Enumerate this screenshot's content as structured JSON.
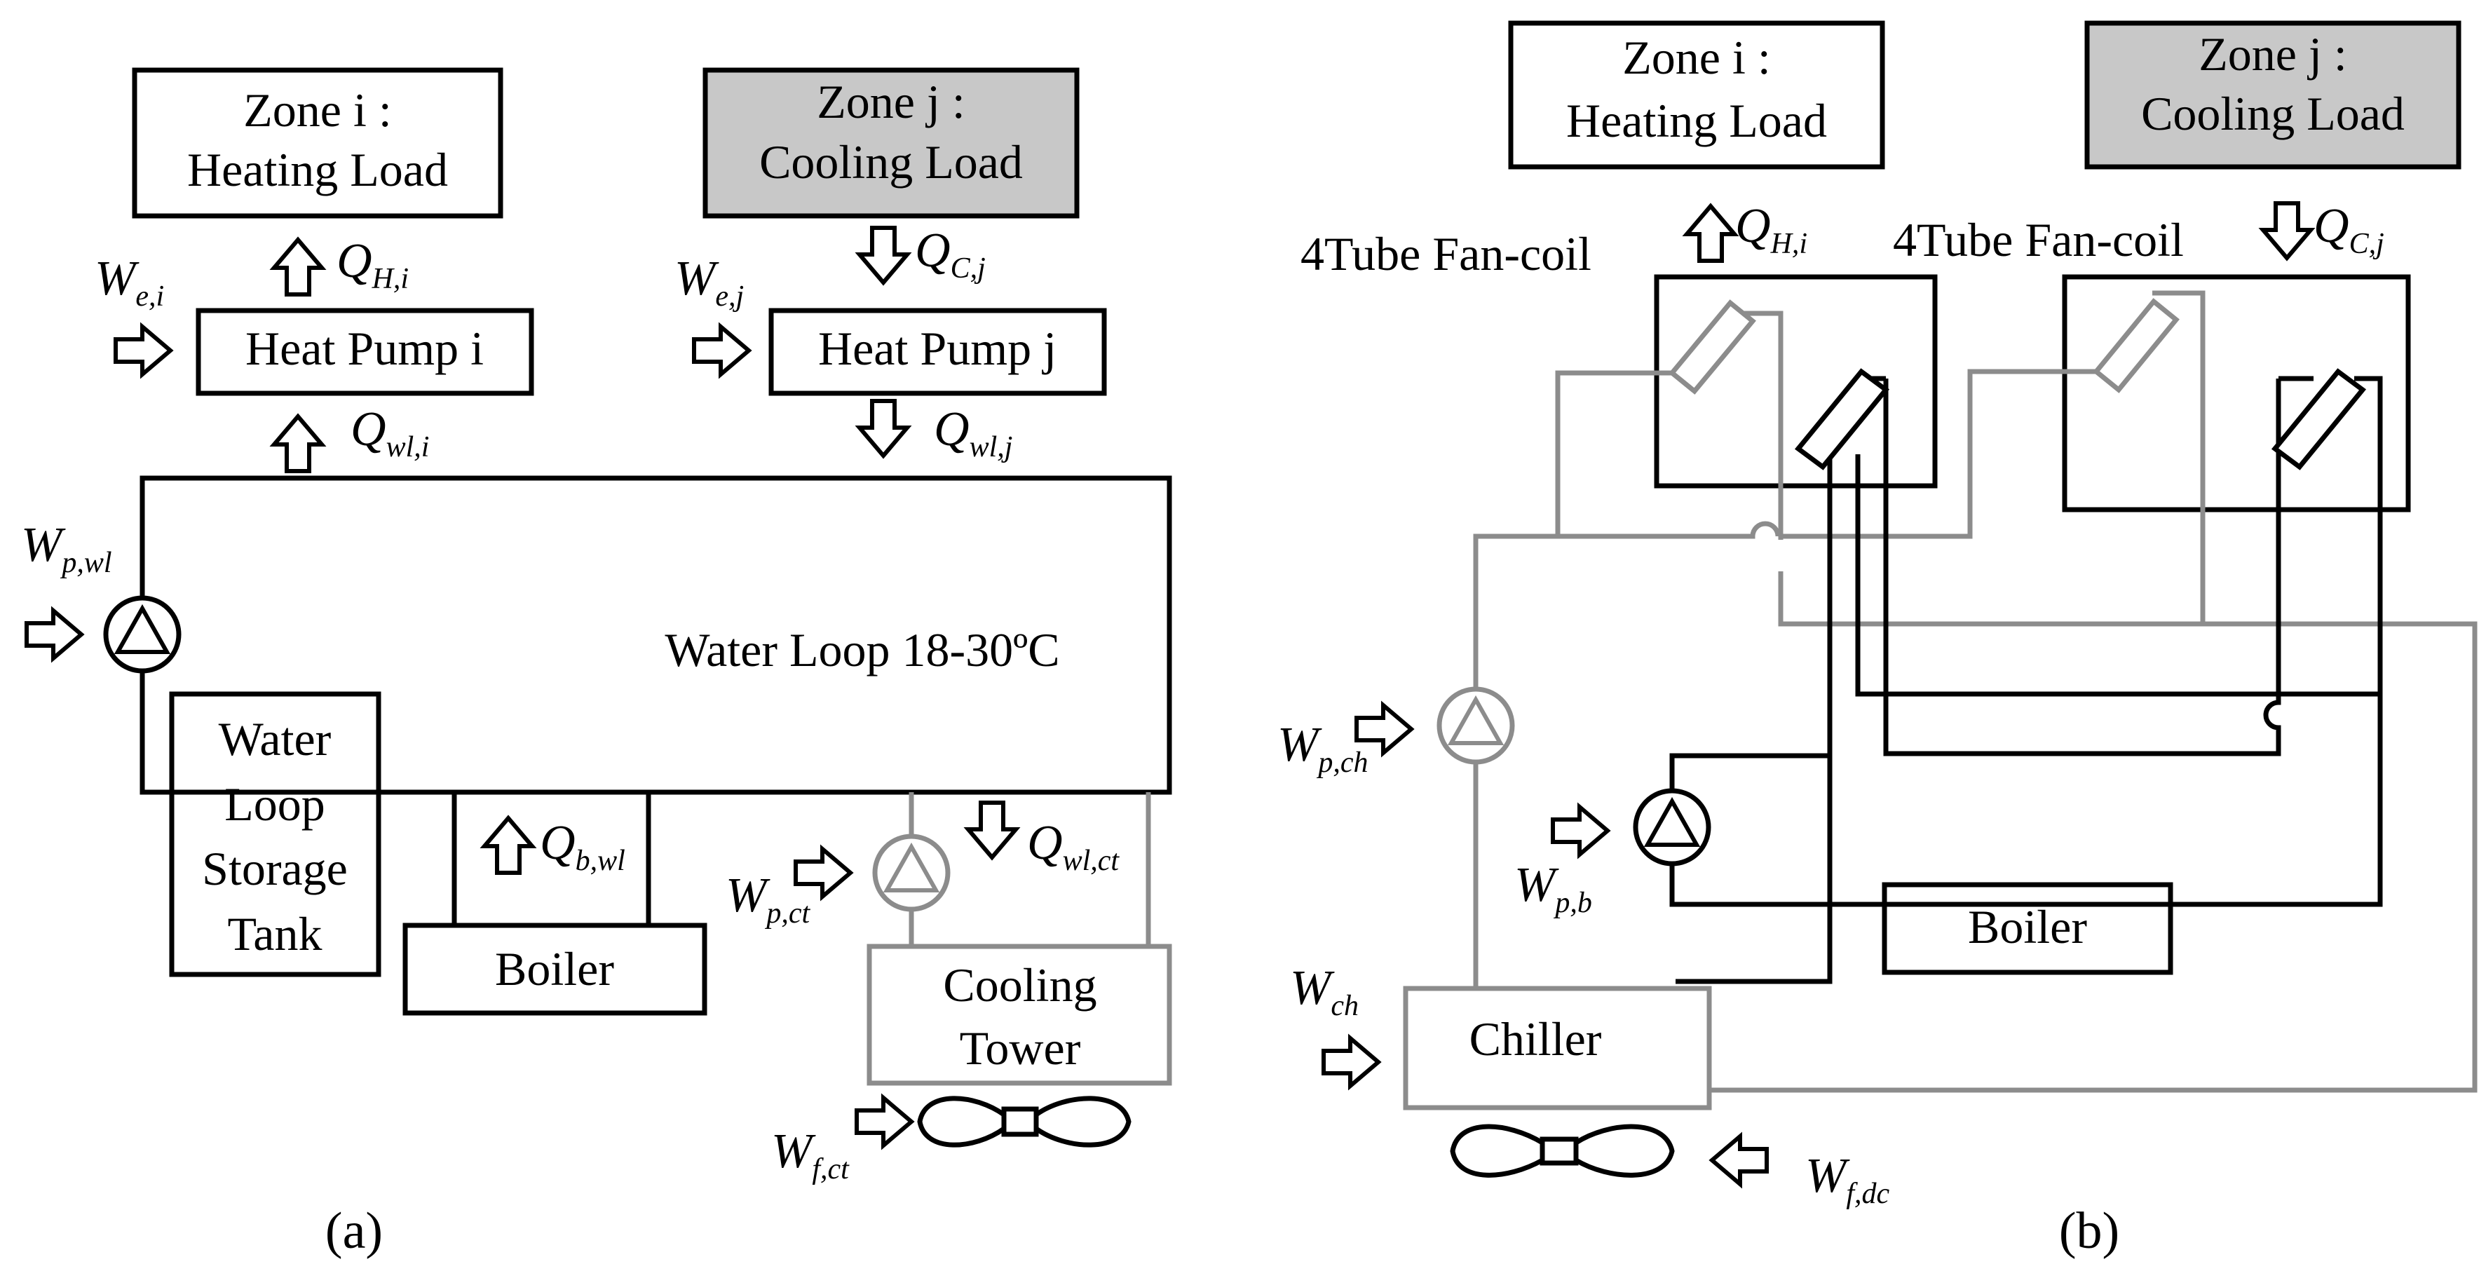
{
  "panel_a": {
    "caption": "(a)",
    "zone_i": {
      "title": "Zone i :",
      "load": "Heating Load"
    },
    "zone_j": {
      "title": "Zone j :",
      "load": "Cooling Load"
    },
    "heat_pump_i": "Heat Pump i",
    "heat_pump_j": "Heat Pump j",
    "water_loop": "Water Loop 18-30ºC",
    "storage_tank": [
      "Water",
      "Loop",
      "Storage",
      "Tank"
    ],
    "boiler": "Boiler",
    "cooling_tower": [
      "Cooling",
      "Tower"
    ],
    "labels": {
      "we_i": {
        "main": "W",
        "sub": "e,i"
      },
      "we_j": {
        "main": "W",
        "sub": "e,j"
      },
      "qh_i": {
        "main": "Q",
        "sub": "H,i"
      },
      "qc_j": {
        "main": "Q",
        "sub": "C,j"
      },
      "qwl_i": {
        "main": "Q",
        "sub": "wl,i"
      },
      "qwl_j": {
        "main": "Q",
        "sub": "wl,j"
      },
      "wp_wl": {
        "main": "W",
        "sub": "p,wl"
      },
      "qb_wl": {
        "main": "Q",
        "sub": "b,wl"
      },
      "qwl_ct": {
        "main": "Q",
        "sub": "wl,ct"
      },
      "wp_ct": {
        "main": "W",
        "sub": "p,ct"
      },
      "wf_ct": {
        "main": "W",
        "sub": "f,ct"
      }
    }
  },
  "panel_b": {
    "caption": "(b)",
    "zone_i": {
      "title": "Zone i :",
      "load": "Heating Load"
    },
    "zone_j": {
      "title": "Zone j :",
      "load": "Cooling Load"
    },
    "fancoil_i": "4Tube Fan-coil",
    "fancoil_j": "4Tube Fan-coil",
    "boiler": "Boiler",
    "chiller": "Chiller",
    "labels": {
      "qh_i": {
        "main": "Q",
        "sub": "H,i"
      },
      "qc_j": {
        "main": "Q",
        "sub": "C,j"
      },
      "wp_ch": {
        "main": "W",
        "sub": "p,ch"
      },
      "wp_b": {
        "main": "W",
        "sub": "p,b"
      },
      "w_ch": {
        "main": "W",
        "sub": "ch"
      },
      "wf_dc": {
        "main": "W",
        "sub": "f,dc"
      }
    }
  },
  "colors": {
    "line": "#000000",
    "secondary_line": "#8c8c8c",
    "zone_j_fill": "#c8c8c8"
  }
}
